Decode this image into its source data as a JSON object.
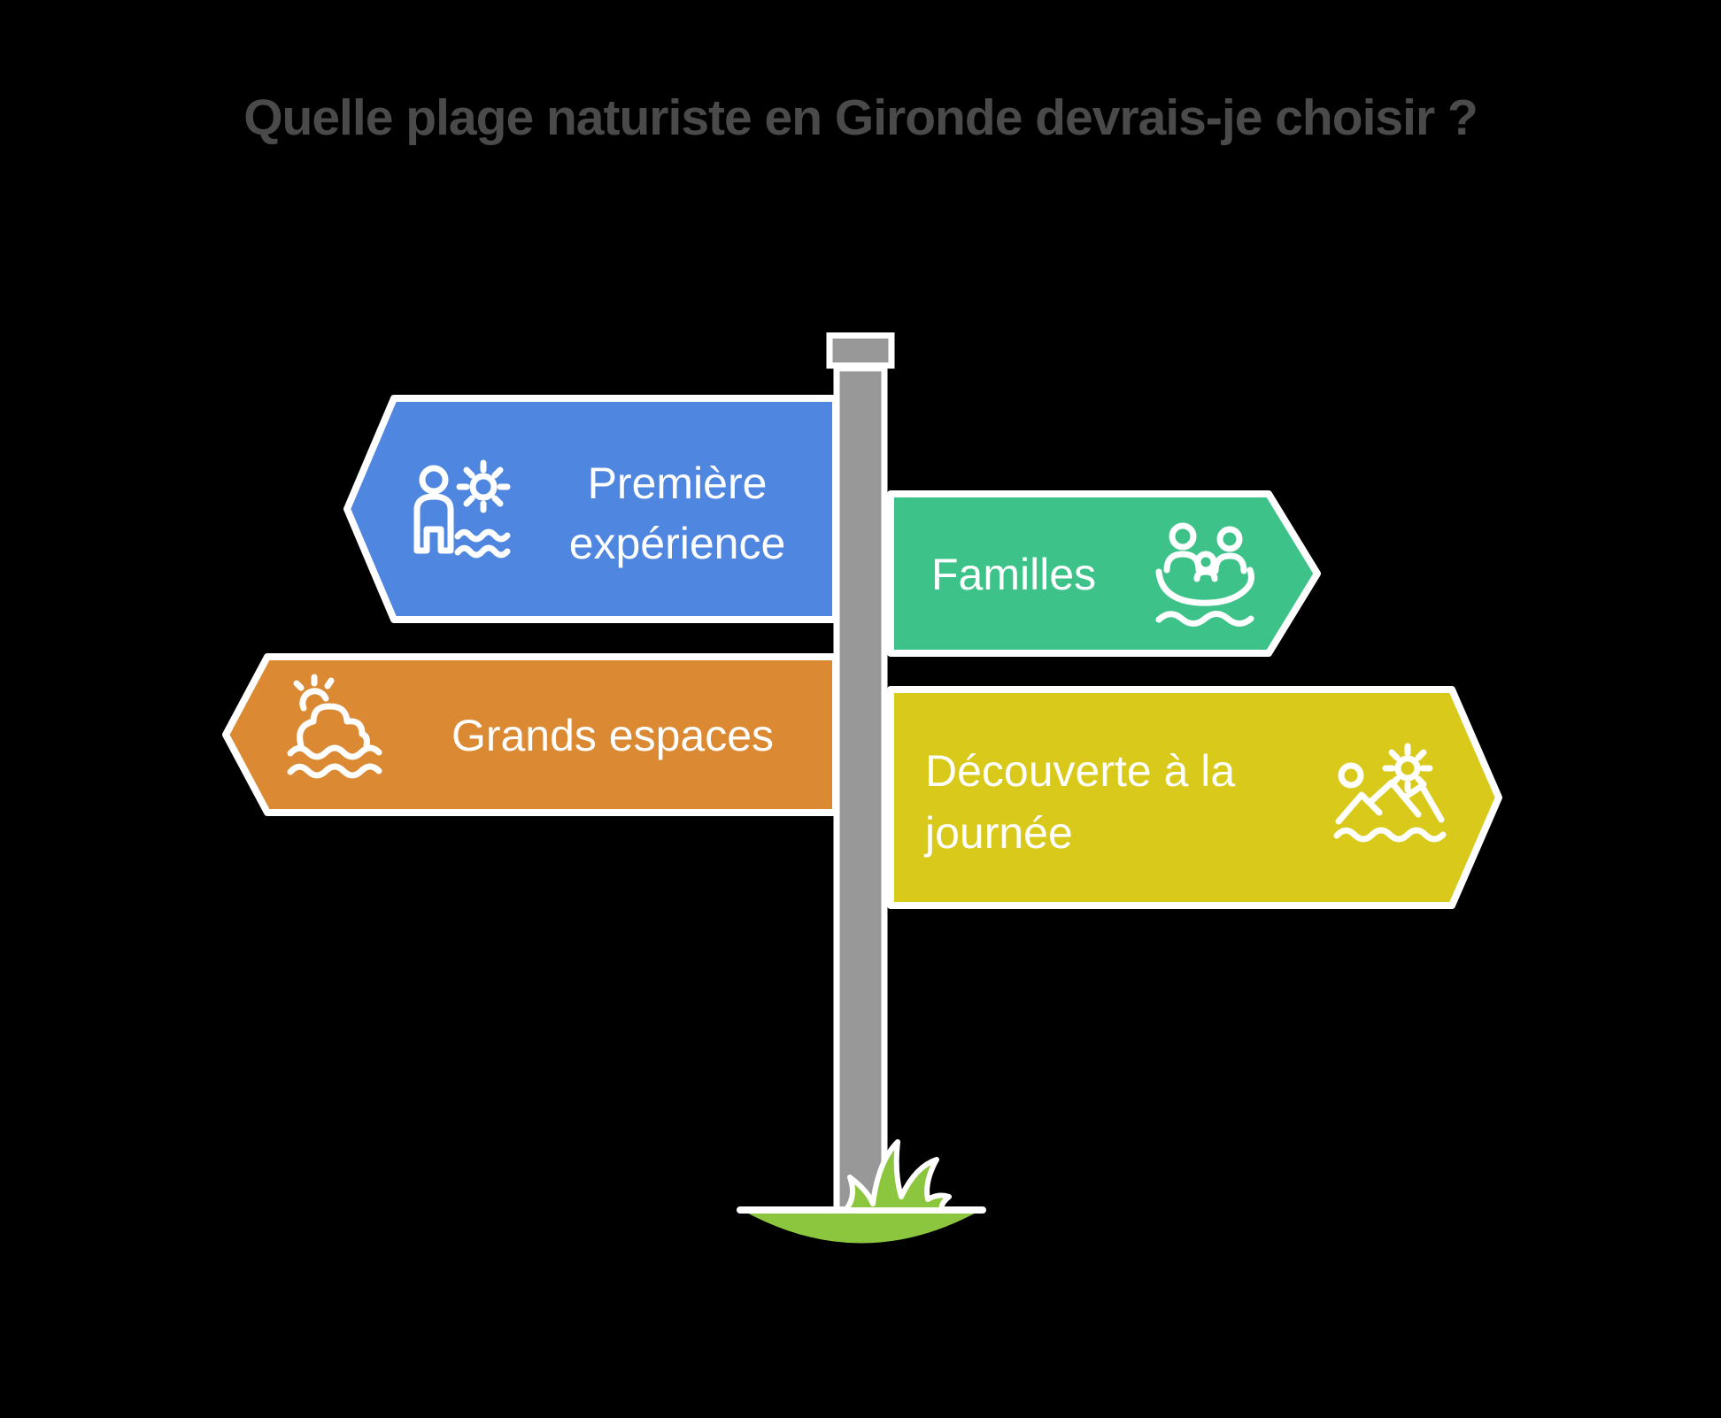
{
  "title": "Quelle plage naturiste en Gironde devrais-je choisir ?",
  "background_color": "#000000",
  "title_color": "#4A4A4A",
  "post": {
    "pole_color": "#989898",
    "cap_color": "#989898",
    "outline_color": "#FFFFFF",
    "grass_color": "#8CC63F"
  },
  "signs": [
    {
      "label": "Première expérience",
      "lines": [
        "Première",
        "expérience"
      ],
      "color": "#4F86DF",
      "direction": "left",
      "icon": "person-sun-waves-icon"
    },
    {
      "label": "Familles",
      "lines": [
        "Familles"
      ],
      "color": "#3DC389",
      "direction": "right",
      "icon": "family-boat-icon"
    },
    {
      "label": "Grands espaces",
      "lines": [
        "Grands espaces"
      ],
      "color": "#DB8A33",
      "direction": "left",
      "icon": "sun-dune-waves-icon"
    },
    {
      "label": "Découverte à la journée",
      "lines": [
        "Découverte à la",
        "journée"
      ],
      "color": "#D8C91A",
      "direction": "right",
      "icon": "dunes-sun-swimmer-icon"
    }
  ]
}
